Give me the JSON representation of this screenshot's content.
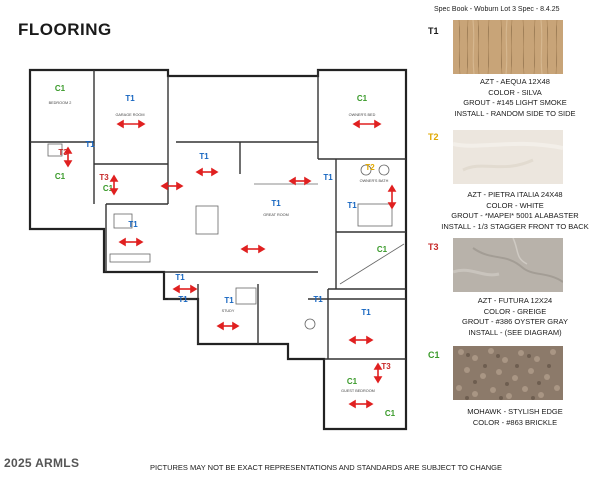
{
  "page": {
    "title": "FLOORING",
    "spec": "Spec Book - Woburn Lot 3 Spec - 8.4.25",
    "copyright": "2025 ARMLS",
    "disclaimer": "PICTURES MAY NOT BE EXACT REPRESENTATIONS AND STANDARDS ARE SUBJECT TO CHANGE"
  },
  "colors": {
    "T1": "#1565c0",
    "T2": "#e0a800",
    "T3": "#c62828",
    "C1": "#3a9a2a",
    "arrow": "#e02020"
  },
  "plan_labels": [
    {
      "code": "C1",
      "room": "BEDROOM 2"
    },
    {
      "code": "T1",
      "room": "GARAGE ROOM"
    },
    {
      "code": "C1",
      "room": "OWNER'S BED"
    },
    {
      "code": "T1",
      "room": "GREAT ROOM"
    },
    {
      "code": "T2",
      "room": "OWNER'S BATH"
    },
    {
      "code": "T1",
      "room": "STUDY"
    },
    {
      "code": "C1",
      "room": "GUEST BEDROOM"
    }
  ],
  "materials": [
    {
      "code": "T1",
      "swatch": "wood",
      "lines": [
        "AZT - AEQUA 12X48",
        "COLOR - SILVA",
        "GROUT - #145 LIGHT SMOKE",
        "INSTALL - RANDOM SIDE TO SIDE"
      ]
    },
    {
      "code": "T2",
      "swatch": "stone-white",
      "lines": [
        "AZT - PIETRA ITALIA 24X48",
        "COLOR - WHITE",
        "GROUT - *MAPEI* 5001 ALABASTER",
        "INSTALL - 1/3 STAGGER FRONT TO BACK"
      ]
    },
    {
      "code": "T3",
      "swatch": "stone-greige",
      "lines": [
        "AZT - FUTURA 12X24",
        "COLOR - GREIGE",
        "GROUT - #386 OYSTER GRAY",
        "INSTALL - (SEE DIAGRAM)"
      ]
    },
    {
      "code": "C1",
      "swatch": "carpet",
      "lines": [
        "MOHAWK - STYLISH EDGE",
        "COLOR - #863 BRICKLE"
      ]
    }
  ]
}
